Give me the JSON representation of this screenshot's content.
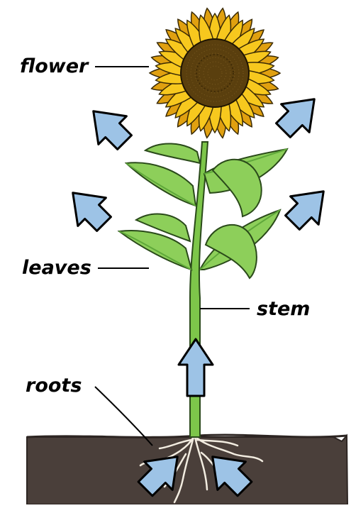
{
  "labels": {
    "flower": "flower",
    "leaves": "leaves",
    "stem": "stem",
    "roots": "roots"
  },
  "colors": {
    "arrow_fill": "#9dc3e6",
    "arrow_stroke": "#000000",
    "petal": "#f7c81e",
    "petal_dark": "#e0a010",
    "center": "#5a3f0e",
    "center_dark": "#3f2b07",
    "stem": "#7dc64a",
    "leaf": "#8dcf5a",
    "leaf_dark": "#5fa83a",
    "soil": "#4a3f3a",
    "root": "#f2ece0"
  }
}
